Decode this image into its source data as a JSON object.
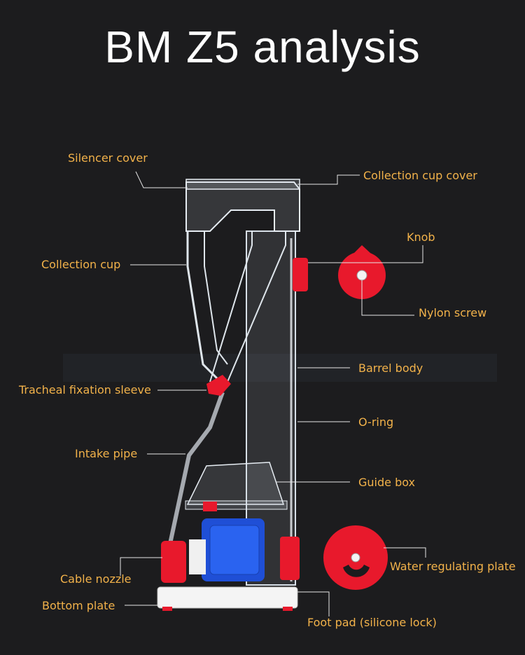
{
  "title": "BM Z5 analysis",
  "colors": {
    "background": "#1c1c1e",
    "label": "#f2b24a",
    "leader": "#e6e6e6",
    "red_part": "#e8192c",
    "blue_pump": "#1f4fd6",
    "acrylic": "#cfd8e0"
  },
  "labels": {
    "silencer_cover": "Silencer cover",
    "collection_cup_cover": "Collection cup cover",
    "knob": "Knob",
    "collection_cup": "Collection cup",
    "nylon_screw": "Nylon screw",
    "barrel_body": "Barrel body",
    "tracheal_fixation_sleeve": "Tracheal fixation sleeve",
    "o_ring": "O-ring",
    "intake_pipe": "Intake pipe",
    "guide_box": "Guide box",
    "water_regulating_plate": "Water regulating plate",
    "cable_nozzle": "Cable nozzle",
    "bottom_plate": "Bottom plate",
    "foot_pad": "Foot pad (silicone lock)"
  }
}
